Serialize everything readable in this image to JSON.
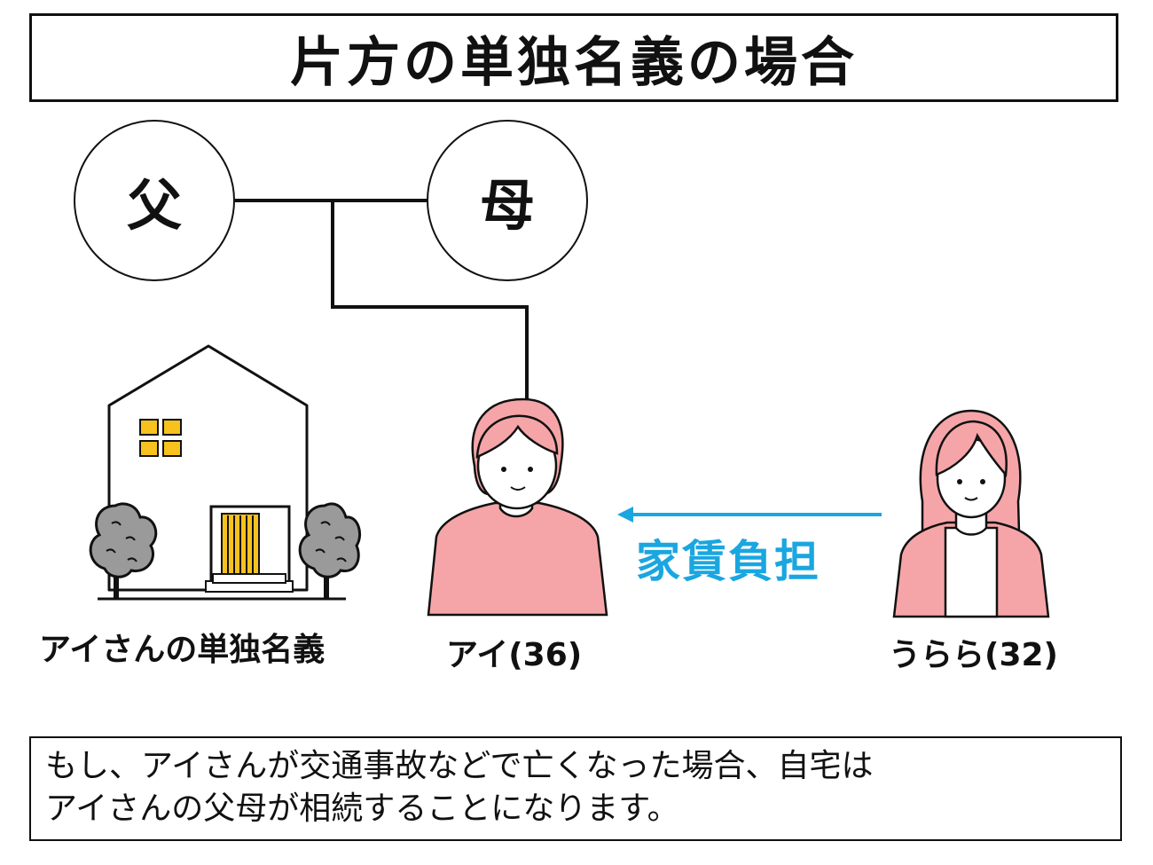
{
  "title": "片方の単独名義の場合",
  "family": {
    "father": "父",
    "mother": "母"
  },
  "labels": {
    "house": "アイさんの単独名義",
    "ai": "アイ(36)",
    "urara": "うらら(32)"
  },
  "arrow": {
    "label": "家賃負担",
    "color": "#1aa6e0"
  },
  "note": {
    "line1": "もし、アイさんが交通事故などで亡くなった場合、自宅は",
    "line2": "アイさんの父母が相続することになります。"
  },
  "colors": {
    "person_pink": "#f5a5a8",
    "window_yellow": "#f7c21e",
    "tree_gray": "#9a9a9a"
  }
}
